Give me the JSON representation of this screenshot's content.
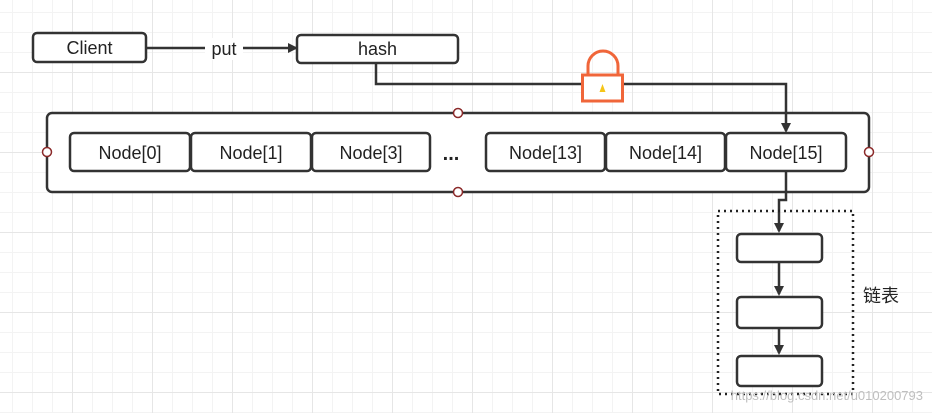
{
  "diagram": {
    "client_label": "Client",
    "put_label": "put",
    "hash_label": "hash",
    "nodes": [
      "Node[0]",
      "Node[1]",
      "Node[3]",
      "Node[13]",
      "Node[14]",
      "Node[15]"
    ],
    "ellipsis": "...",
    "linked_list_label": "链表",
    "watermark": "https://blog.csdn.net/u010200793"
  },
  "colors": {
    "stroke": "#333333",
    "lock": "#f0663a",
    "keyhole": "#f5c518",
    "handle_fill": "#ffffff",
    "handle_stroke": "#8b2a2a"
  },
  "icons": [
    "lock-icon"
  ]
}
